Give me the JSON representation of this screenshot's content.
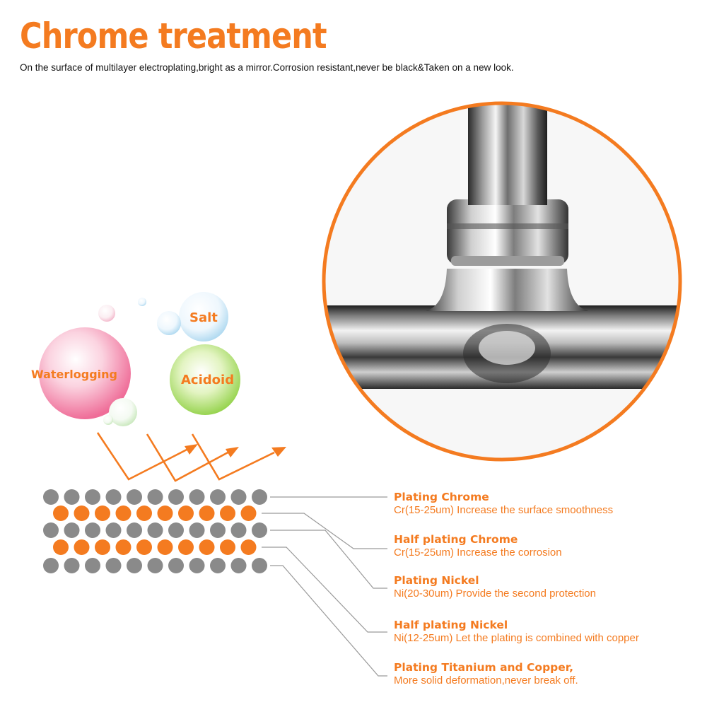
{
  "heading": {
    "title": "Chrome treatment",
    "subtitle": "On the surface of multilayer electroplating,bright as a mirror.Corrosion resistant,never be black&Taken on a new look."
  },
  "bubbles": {
    "waterlogging": "Waterlogging",
    "salt": "Salt",
    "acidoid": "Acidoid"
  },
  "layers": [
    {
      "title": "Plating Chrome",
      "desc": "Cr(15-25um) Increase the surface smoothness"
    },
    {
      "title": "Half plating Chrome",
      "desc": "Cr(15-25um) Increase the corrosion"
    },
    {
      "title": "Plating Nickel",
      "desc": "Ni(20-30um) Provide the second protection"
    },
    {
      "title": "Half plating Nickel",
      "desc": "Ni(12-25um) Let the plating is combined with copper"
    },
    {
      "title": "Plating Titanium and Copper,",
      "desc": "More solid deformation,never break off."
    }
  ],
  "colors": {
    "accent": "#f47b20",
    "gray_dot": "#8a8a8a",
    "orange_dot": "#f47b20",
    "leader_line": "#9a9a9a"
  },
  "image": {
    "subject": "chrome pipe T-joint close-up"
  }
}
